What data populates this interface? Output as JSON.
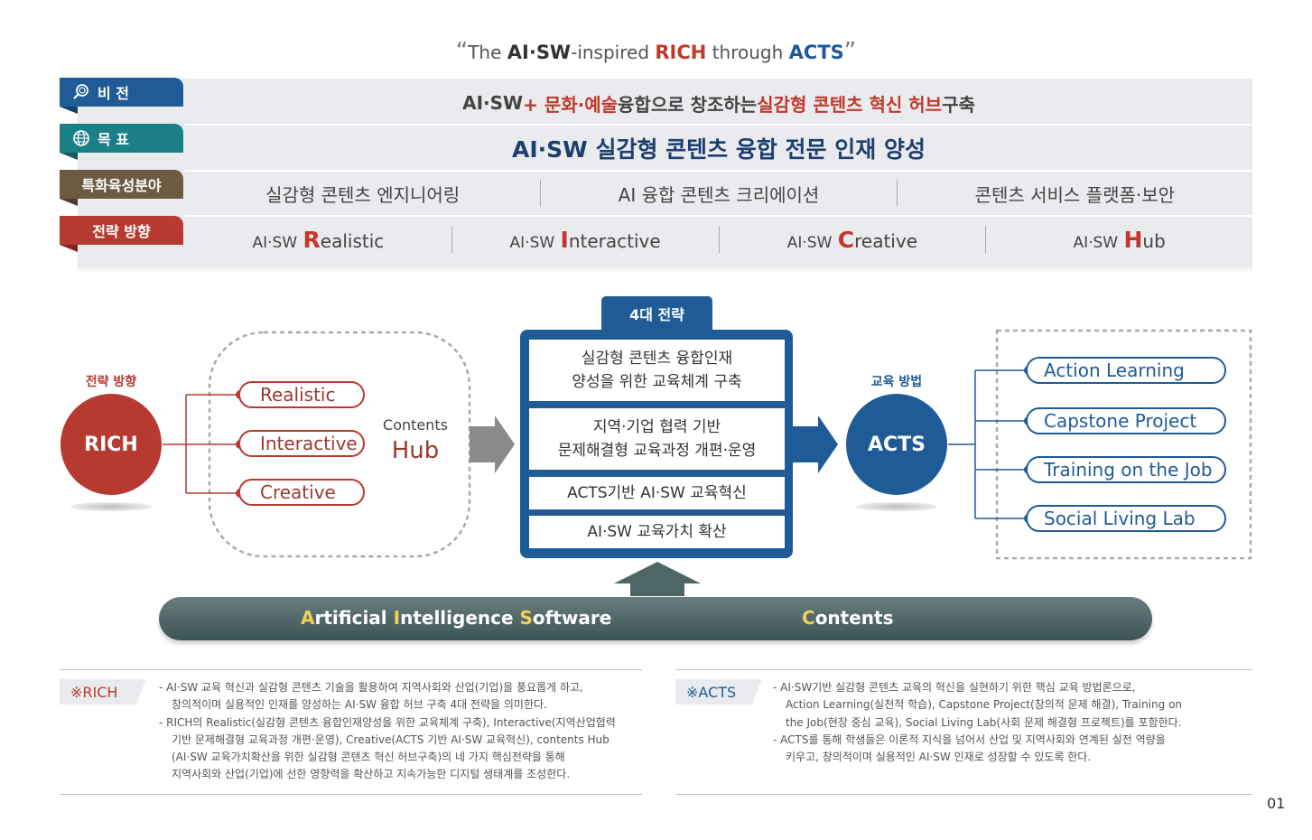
{
  "slogan": {
    "open_quote": "“",
    "the": "The",
    "ai": "AI",
    "dot": "·",
    "sw": "SW",
    "inspired": "-inspired",
    "rich": "RICH",
    "through": "through",
    "acts": "ACTS",
    "close_quote": "”"
  },
  "rows": {
    "vision": {
      "tag": "비 전",
      "icon": "search-icon",
      "text_pre": "AI·SW ",
      "text_plus": "+ 문화·예술",
      "text_mid": " 융합으로 창조하는 ",
      "text_red": "실감형 콘텐츠 혁신 허브",
      "text_post": " 구축"
    },
    "goal": {
      "tag": "목 표",
      "icon": "globe-icon",
      "text": "AI·SW 실감형 콘텐츠 융합 전문 인재 양성"
    },
    "fields": {
      "tag": "특화육성분야",
      "items": [
        "실감형 콘텐츠 엔지니어링",
        "AI 융합 콘텐츠 크리에이션",
        "콘텐츠 서비스 플랫폼·보안"
      ]
    },
    "direction": {
      "tag": "전략 방향",
      "prefix": "AI·SW",
      "items": [
        {
          "letter": "R",
          "rest": "ealistic"
        },
        {
          "letter": "I",
          "rest": "nteractive"
        },
        {
          "letter": "C",
          "rest": "reative"
        },
        {
          "letter": "H",
          "rest": "ub"
        }
      ]
    }
  },
  "diagram": {
    "left_head": "전략 방향",
    "rich": "RICH",
    "pills_left": [
      "Realistic",
      "Interactive",
      "Creative"
    ],
    "contents_small": "Contents",
    "hub": "Hub",
    "strategy_head": "4대 전략",
    "strategies": [
      [
        "실감형 콘텐츠 융합인재",
        "양성을 위한 교육체계 구축"
      ],
      [
        "지역·기업 협력 기반",
        "문제해결형 교육과정 개편·운영"
      ],
      [
        "ACTS기반 AI·SW 교육혁신"
      ],
      [
        "AI·SW 교육가치 확산"
      ]
    ],
    "right_head": "교육 방법",
    "acts": "ACTS",
    "pills_right": [
      "Action Learning",
      "Capstone Project",
      "Training on the Job",
      "Social Living Lab"
    ],
    "band_left": [
      {
        "cap": "A",
        "rest": "rtificial "
      },
      {
        "cap": "I",
        "rest": "ntelligence "
      },
      {
        "cap": "S",
        "rest": "oftware"
      }
    ],
    "band_right": {
      "cap": "C",
      "rest": "ontents"
    }
  },
  "notes": {
    "rich": {
      "tag": "※RICH",
      "lines": [
        {
          "text": "- AI·SW 교육 혁신과 실감형 콘텐츠 기술을 활용하여 지역사회와 산업(기업)을 풍요롭게 하고,",
          "indent": false
        },
        {
          "text": "창의적이며 실용적인 인재를 양성하는 AI·SW 융합 허브 구축 4대 전략을 의미한다.",
          "indent": true
        },
        {
          "text": "- RICH의 Realistic(실감형 콘텐츠 융합인재양성을 위한 교육체계 구축), Interactive(지역산업협력",
          "indent": false
        },
        {
          "text": "기반 문제해결형 교육과정 개편·운영), Creative(ACTS 기반 AI·SW 교육혁신), contents Hub",
          "indent": true
        },
        {
          "text": "(AI·SW 교육가치확산을 위한 실감형 콘텐츠 혁신 허브구축)의 네 가지 핵심전략을 통해",
          "indent": true
        },
        {
          "text": "지역사회와 산업(기업)에 선한 영향력을 확산하고 지속가능한 디지털 생태계를 조성한다.",
          "indent": true
        }
      ]
    },
    "acts": {
      "tag": "※ACTS",
      "lines": [
        {
          "text": "- AI·SW기반 실감형 콘텐츠 교육의 혁신을 실현하기 위한 핵심 교육 방법론으로,",
          "indent": false
        },
        {
          "text": "Action Learning(실천적 학습), Capstone Project(창의적 문제 해결), Training on",
          "indent": true
        },
        {
          "text": "the Job(현장 중심 교육), Social Living Lab(사회 문제 해결형 프로젝트)를 포함한다.",
          "indent": true
        },
        {
          "text": "- ACTS를 통해 학생들은 이론적 지식을 넘어서 산업 및 지역사회와 연계된 실전 역량을",
          "indent": false
        },
        {
          "text": "키우고, 창의적이며 실용적인 AI·SW 인재로 성장할 수 있도록 한다.",
          "indent": true
        }
      ]
    }
  },
  "page_number": "01",
  "colors": {
    "blue": "#1f5b97",
    "teal": "#1b7f86",
    "brown": "#6c5a43",
    "red": "#b63a2f",
    "band": "#4f6666",
    "yellow": "#f1cf5b"
  }
}
